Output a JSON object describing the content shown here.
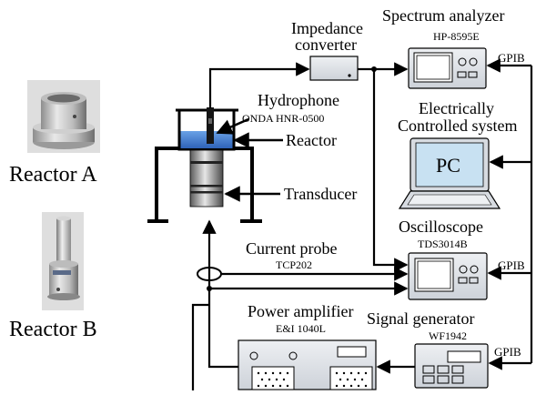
{
  "reactors": {
    "a_label": "Reactor A",
    "b_label": "Reactor B"
  },
  "setup": {
    "hydrophone": "Hydrophone",
    "hydrophone_model": "ONDA HNR-0500",
    "reactor": "Reactor",
    "transducer": "Transducer",
    "impedance_line1": "Impedance",
    "impedance_line2": "converter",
    "current_probe": "Current probe",
    "current_probe_model": "TCP202"
  },
  "instruments": {
    "spectrum_analyzer": "Spectrum analyzer",
    "spectrum_analyzer_model": "HP-8595E",
    "ec_line1": "Electrically",
    "ec_line2": "Controlled system",
    "pc": "PC",
    "oscilloscope": "Oscilloscope",
    "oscilloscope_model": "TDS3014B",
    "signal_generator": "Signal generator",
    "signal_generator_model": "WF1942",
    "power_amplifier": "Power amplifier",
    "power_amplifier_model": "E&I 1040L",
    "gpib": "GPIB"
  },
  "colors": {
    "line": "#000000",
    "water": "#4a86d8",
    "instrument_fill": "#e0e4ea",
    "pc_screen": "#c8e1f2",
    "metal_light": "#e2e2e2",
    "metal_dark": "#555555"
  }
}
